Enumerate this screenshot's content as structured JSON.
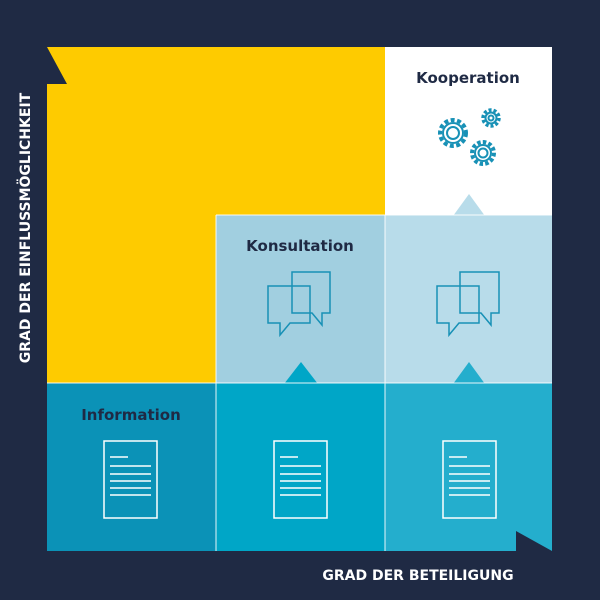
{
  "labels": {
    "kooperation": "Kooperation",
    "konsultation": "Konsultation",
    "information": "Information"
  },
  "axes": {
    "y": "GRAD DER EINFLUSSMÖGLICHKEIT",
    "x": "GRAD DER BETEILIGUNG"
  },
  "colors": {
    "background": "#1f2a44",
    "yellow": "#fecb00",
    "white": "#ffffff",
    "konsultation_cell": "#a1cfe0",
    "light_blue_cell": "#b8dcea",
    "information_cell": "#0b92b7",
    "mid_teal_cell": "#00a6c7",
    "right_teal_cell": "#24aecd",
    "icon_stroke": "#1891b6",
    "doc_stroke": "#ffffff"
  },
  "icons": [
    "gears-icon",
    "speech-bubbles-icon",
    "document-icon"
  ]
}
